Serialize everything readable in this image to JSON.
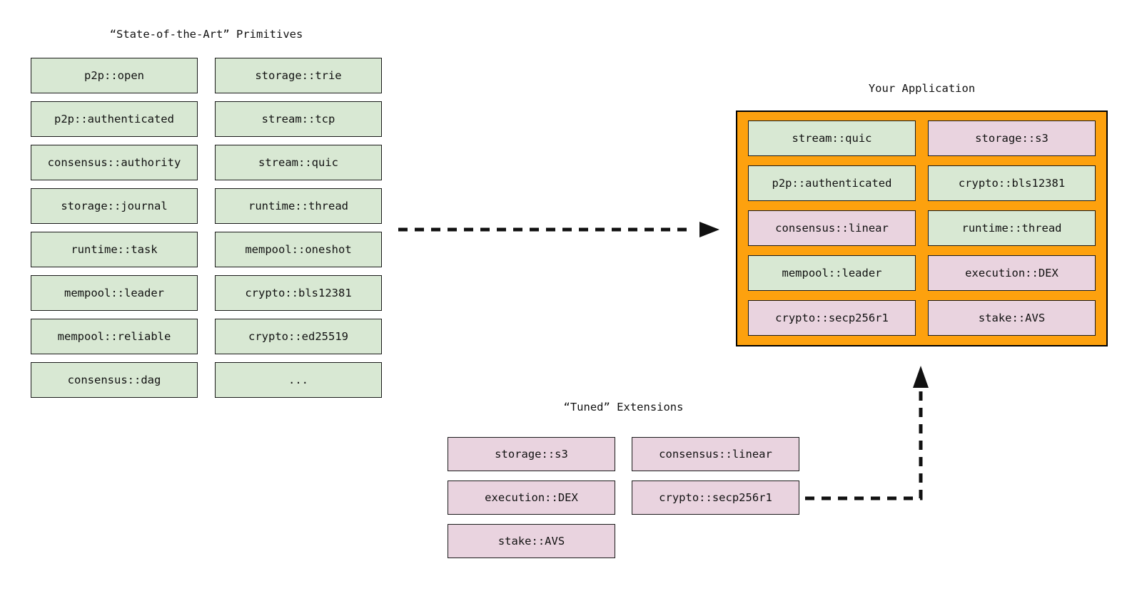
{
  "colors": {
    "background": "#ffffff",
    "primitive_fill": "#d8e8d3",
    "tuned_fill": "#e9d3df",
    "application_fill": "#fda10e",
    "node_border": "#1a1a1a",
    "arrow": "#111111",
    "text": "#111111"
  },
  "primitives_panel": {
    "title": "“State-of-the-Art” Primitives",
    "columns": [
      {
        "items": [
          {
            "label": "p2p::open",
            "kind": "primitive"
          },
          {
            "label": "p2p::authenticated",
            "kind": "primitive"
          },
          {
            "label": "consensus::authority",
            "kind": "primitive"
          },
          {
            "label": "storage::journal",
            "kind": "primitive"
          },
          {
            "label": "runtime::task",
            "kind": "primitive"
          },
          {
            "label": "mempool::leader",
            "kind": "primitive"
          },
          {
            "label": "mempool::reliable",
            "kind": "primitive"
          },
          {
            "label": "consensus::dag",
            "kind": "primitive"
          }
        ]
      },
      {
        "items": [
          {
            "label": "storage::trie",
            "kind": "primitive"
          },
          {
            "label": "stream::tcp",
            "kind": "primitive"
          },
          {
            "label": "stream::quic",
            "kind": "primitive"
          },
          {
            "label": "runtime::thread",
            "kind": "primitive"
          },
          {
            "label": "mempool::oneshot",
            "kind": "primitive"
          },
          {
            "label": "crypto::bls12381",
            "kind": "primitive"
          },
          {
            "label": "crypto::ed25519",
            "kind": "primitive"
          },
          {
            "label": "...",
            "kind": "primitive"
          }
        ]
      }
    ]
  },
  "application_panel": {
    "title": "Your Application",
    "columns": [
      {
        "items": [
          {
            "label": "stream::quic",
            "kind": "primitive"
          },
          {
            "label": "p2p::authenticated",
            "kind": "primitive"
          },
          {
            "label": "consensus::linear",
            "kind": "tuned"
          },
          {
            "label": "mempool::leader",
            "kind": "primitive"
          },
          {
            "label": "crypto::secp256r1",
            "kind": "tuned"
          }
        ]
      },
      {
        "items": [
          {
            "label": "storage::s3",
            "kind": "tuned"
          },
          {
            "label": "crypto::bls12381",
            "kind": "primitive"
          },
          {
            "label": "runtime::thread",
            "kind": "primitive"
          },
          {
            "label": "execution::DEX",
            "kind": "tuned"
          },
          {
            "label": "stake::AVS",
            "kind": "tuned"
          }
        ]
      }
    ]
  },
  "extensions_panel": {
    "title": "“Tuned” Extensions",
    "columns": [
      {
        "items": [
          {
            "label": "storage::s3",
            "kind": "tuned"
          },
          {
            "label": "execution::DEX",
            "kind": "tuned"
          },
          {
            "label": "stake::AVS",
            "kind": "tuned"
          }
        ]
      },
      {
        "items": [
          {
            "label": "consensus::linear",
            "kind": "tuned"
          },
          {
            "label": "crypto::secp256r1",
            "kind": "tuned"
          }
        ]
      }
    ]
  },
  "arrows": [
    {
      "name": "primitives-to-application",
      "style": "dashed"
    },
    {
      "name": "extensions-to-application",
      "style": "dashed"
    }
  ]
}
